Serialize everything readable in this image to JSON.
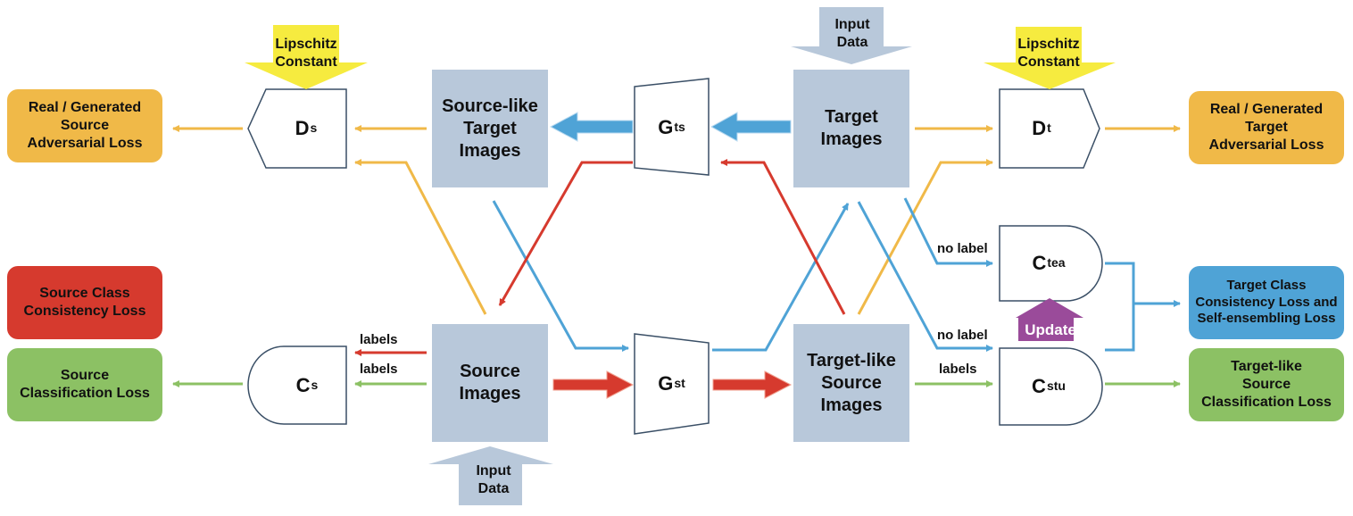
{
  "colors": {
    "orange": "#F0B948",
    "blue": "#4FA3D6",
    "red": "#D63A2E",
    "green": "#8CC164",
    "box": "#B8C8DA",
    "yellow": "#F6EB3F",
    "purple": "#9A4B9A",
    "gray_arrow": "#B8C8DA"
  },
  "losses": {
    "source_adv": "Real / Generated\nSource\nAdversarial Loss",
    "target_adv": "Real / Generated\nTarget\nAdversarial Loss",
    "source_class_consistency": "Source Class\nConsistency Loss",
    "source_classification": "Source\nClassification Loss",
    "target_consistency": "Target Class\nConsistency Loss and\nSelf-ensembling  Loss",
    "targetlike_classification": "Target-like\nSource\nClassification Loss"
  },
  "images": {
    "source_like_target": "Source-like\nTarget\nImages",
    "target": "Target\nImages",
    "source": "Source\nImages",
    "target_like_source": "Target-like\nSource\nImages"
  },
  "networks": {
    "ds": {
      "main": "D",
      "sub": "s"
    },
    "dt": {
      "main": "D",
      "sub": "t"
    },
    "gts": {
      "main": "G",
      "sub": "ts"
    },
    "gst": {
      "main": "G",
      "sub": "st"
    },
    "cs": {
      "main": "C",
      "sub": "s"
    },
    "ctea": {
      "main": "C",
      "sub": "tea"
    },
    "cstu": {
      "main": "C",
      "sub": "stu"
    }
  },
  "callouts": {
    "lipschitz_left": "Lipschitz\nConstant",
    "lipschitz_right": "Lipschitz\nConstant",
    "input_top": "Input\nData",
    "input_bottom": "Input\nData",
    "update": "Update"
  },
  "edge_labels": {
    "labels_red": "labels",
    "labels_green": "labels",
    "no_label_tea": "no label",
    "no_label_stu": "no label",
    "labels_stu": "labels"
  }
}
